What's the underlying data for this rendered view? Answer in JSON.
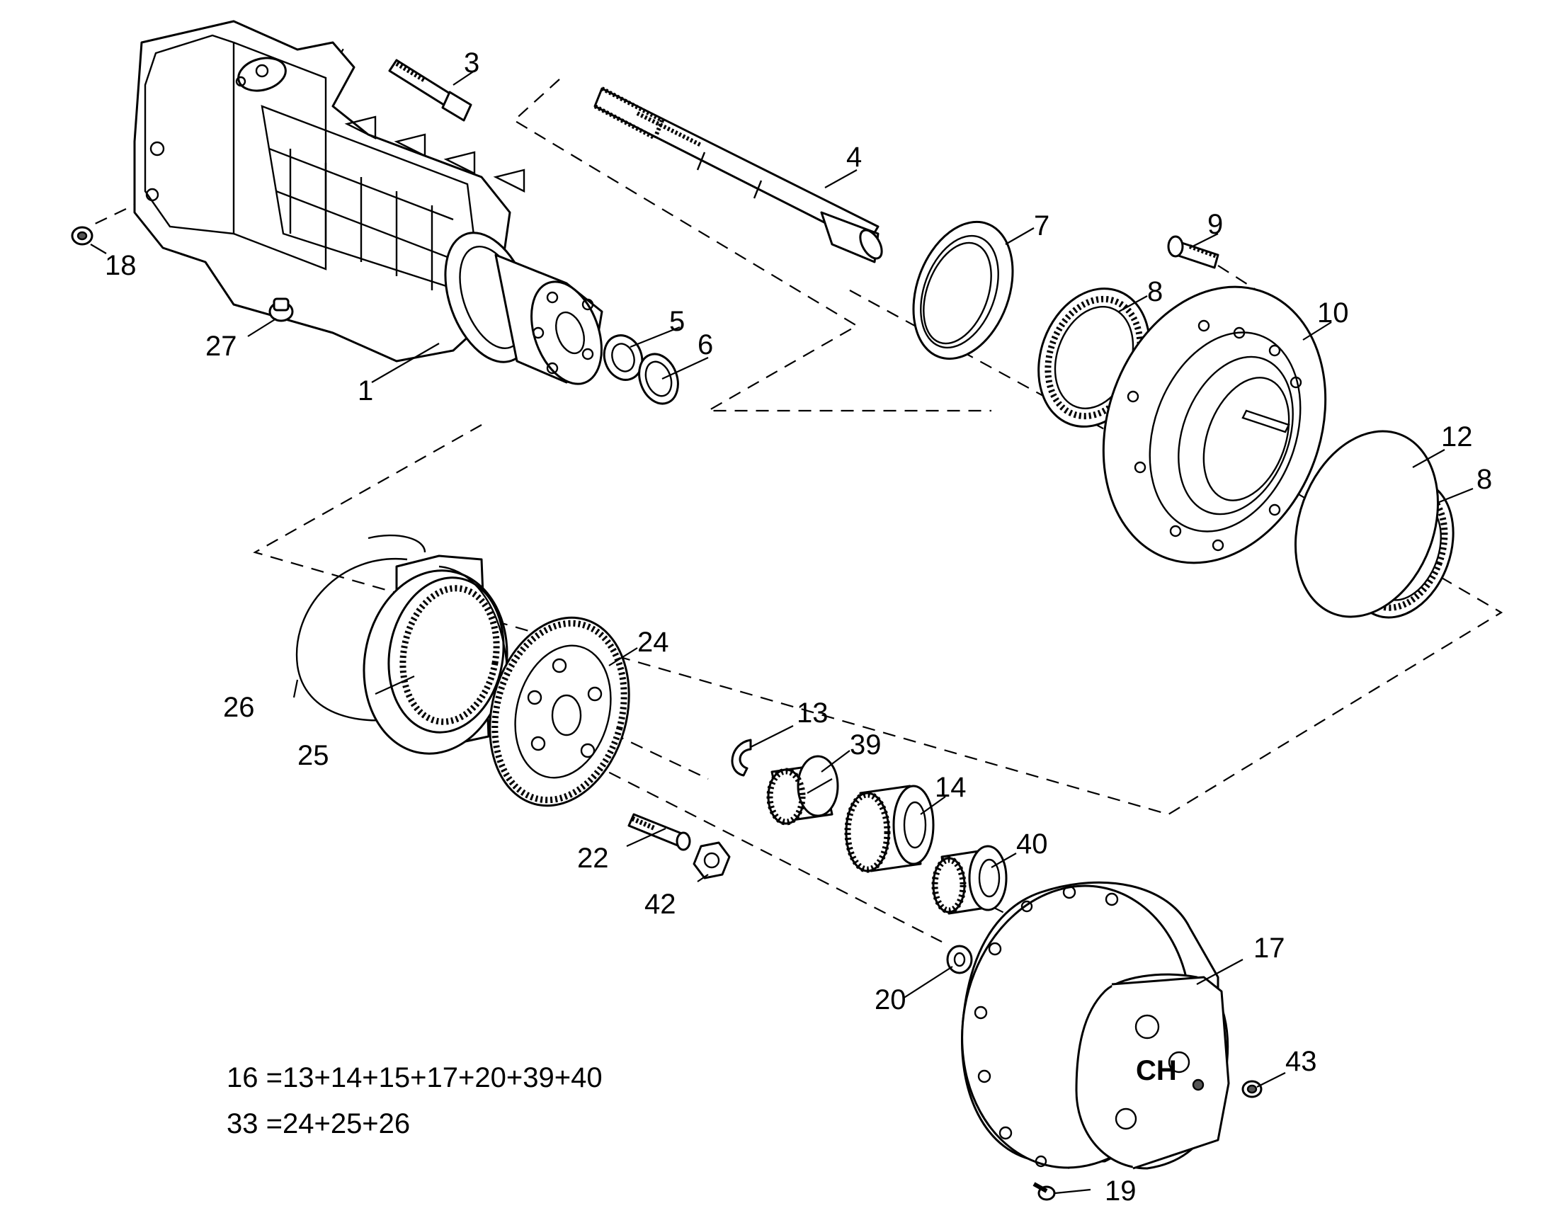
{
  "callouts": {
    "c1": "1",
    "c3": "3",
    "c4": "4",
    "c5": "5",
    "c6": "6",
    "c7": "7",
    "c8a": "8",
    "c8b": "8",
    "c9": "9",
    "c10": "10",
    "c12": "12",
    "c13": "13",
    "c14": "14",
    "c17": "17",
    "c18": "18",
    "c19": "19",
    "c20": "20",
    "c22": "22",
    "c24": "24",
    "c25": "25",
    "c26": "26",
    "c27": "27",
    "c39": "39",
    "c40": "40",
    "c42": "42",
    "c43": "43"
  },
  "kits": {
    "kit16": "16 =13+14+15+17+20+39+40",
    "kit33": "33 =24+25+26"
  },
  "logo_text": "CH"
}
